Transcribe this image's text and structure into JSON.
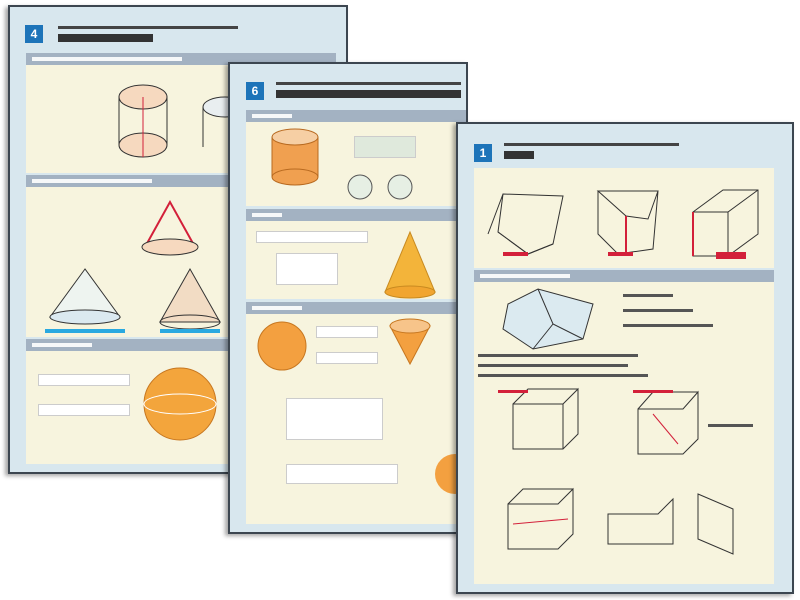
{
  "posters": [
    {
      "number": "4",
      "accent": "#1d74b9"
    },
    {
      "number": "6",
      "accent": "#1d74b9"
    },
    {
      "number": "1",
      "accent": "#1d74b9"
    }
  ],
  "colors": {
    "panel": "#f7f4de",
    "frame": "#d8e7ee",
    "header": "#a3b2c2",
    "highlight": "#d3203a",
    "solid": "#f0a040"
  }
}
